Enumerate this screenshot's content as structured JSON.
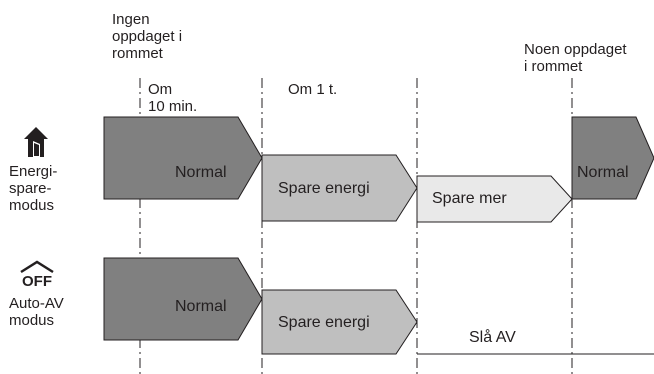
{
  "annotations": {
    "no_one_detected": "Ingen\noppdaget i\nrommet",
    "someone_detected": "Noen oppdaget\ni rommet",
    "after_10_min": "Om\n10 min.",
    "after_1_hour": "Om 1 t."
  },
  "rows": {
    "energy_saving": {
      "icon": "house-icon",
      "label": "Energi-\nspare-\nmodus",
      "stages": [
        "Normal",
        "Spare energi",
        "Spare mer",
        "Normal"
      ]
    },
    "auto_off": {
      "icon": "off-house-icon",
      "icon_text": "OFF",
      "label": "Auto-AV\nmodus",
      "stages": [
        "Normal",
        "Spare energi",
        "Slå AV"
      ]
    }
  },
  "colors": {
    "normal": "#808080",
    "save_energy": "#bfbfbf",
    "save_more": "#e9e9e9",
    "outline": "#231f20"
  }
}
